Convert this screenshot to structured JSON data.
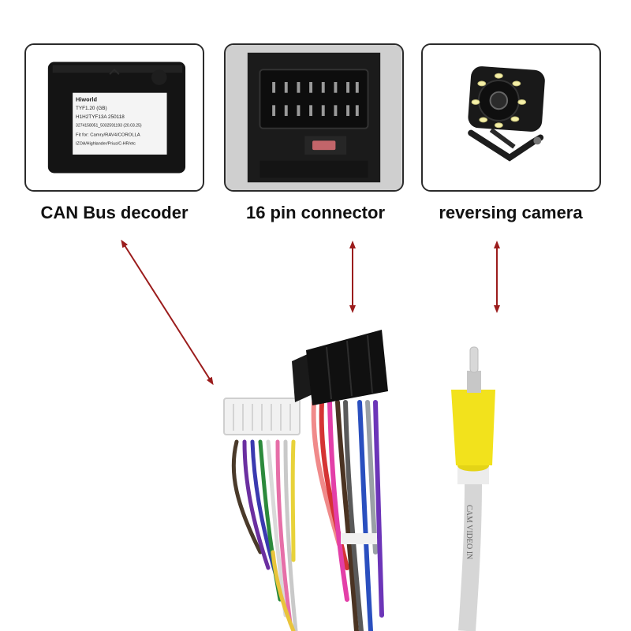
{
  "panels": [
    {
      "caption": "CAN Bus decoder",
      "label_lines": [
        "Hiworld",
        "TYF1.20    (GB)",
        "H1H2TYF13A    250118",
        "3274158051_5032591193    (20.03.25)",
        "Fit for: Camry/RAV4/COROLLA",
        "IZOA/Highlander/Prius/C-HR/etc"
      ]
    },
    {
      "caption": "16 pin connector"
    },
    {
      "caption": "reversing camera"
    }
  ],
  "cable_print": "CAM VIDEO IN",
  "colors": {
    "arrow": "#9b1c1c",
    "panel_border": "#2b2b2b",
    "rca_yellow": "#f2e21c"
  }
}
